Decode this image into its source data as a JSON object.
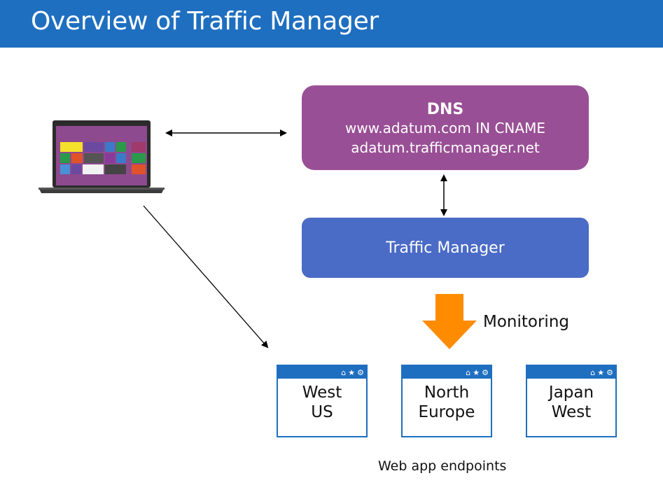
{
  "header": {
    "title": "Overview of Traffic Manager",
    "color": "#1f6fc0"
  },
  "dns": {
    "title": "DNS",
    "line1": "www.adatum.com IN CNAME",
    "line2": "adatum.trafficmanager.net",
    "color": "#994f95"
  },
  "traffic_manager": {
    "label": "Traffic Manager",
    "color": "#4a6bc6"
  },
  "monitoring": {
    "label": "Monitoring",
    "arrow_color": "#ff8c00"
  },
  "endpoints": [
    {
      "name": "West\nUS"
    },
    {
      "name": "North\nEurope"
    },
    {
      "name": "Japan\nWest"
    }
  ],
  "endpoint_icons": [
    "home-icon",
    "star-icon",
    "gear-icon"
  ],
  "endpoints_caption": "Web app endpoints",
  "laptop": {
    "screen_color": "#8e4a8e",
    "icon": "laptop-icon"
  }
}
